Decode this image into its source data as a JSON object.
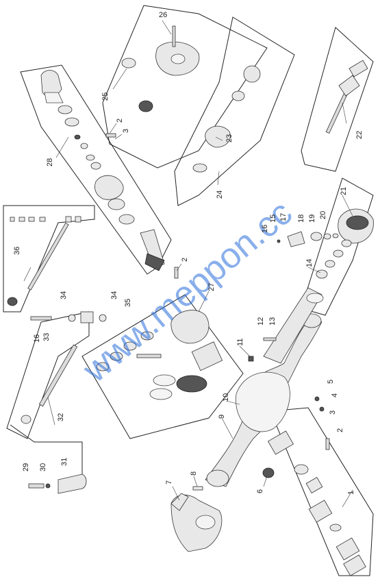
{
  "watermark": "www.meppon.cc",
  "callouts": [
    {
      "id": "c1",
      "text": "1"
    },
    {
      "id": "c2a",
      "text": "2"
    },
    {
      "id": "c2b",
      "text": "2"
    },
    {
      "id": "c2c",
      "text": "2"
    },
    {
      "id": "c3a",
      "text": "3"
    },
    {
      "id": "c3b",
      "text": "3"
    },
    {
      "id": "c4",
      "text": "4"
    },
    {
      "id": "c5",
      "text": "5"
    },
    {
      "id": "c6",
      "text": "6"
    },
    {
      "id": "c7",
      "text": "7"
    },
    {
      "id": "c8",
      "text": "8"
    },
    {
      "id": "c9",
      "text": "9"
    },
    {
      "id": "c10",
      "text": "10"
    },
    {
      "id": "c11",
      "text": "11"
    },
    {
      "id": "c12",
      "text": "12"
    },
    {
      "id": "c13",
      "text": "13"
    },
    {
      "id": "c14",
      "text": "14"
    },
    {
      "id": "c15",
      "text": "15"
    },
    {
      "id": "c16a",
      "text": "16"
    },
    {
      "id": "c16b",
      "text": "16"
    },
    {
      "id": "c17",
      "text": "17"
    },
    {
      "id": "c18",
      "text": "18"
    },
    {
      "id": "c19",
      "text": "19"
    },
    {
      "id": "c20",
      "text": "20"
    },
    {
      "id": "c21",
      "text": "21"
    },
    {
      "id": "c22",
      "text": "22"
    },
    {
      "id": "c23",
      "text": "23"
    },
    {
      "id": "c24",
      "text": "24"
    },
    {
      "id": "c25",
      "text": "25"
    },
    {
      "id": "c26",
      "text": "26"
    },
    {
      "id": "c27",
      "text": "27"
    },
    {
      "id": "c28",
      "text": "28"
    },
    {
      "id": "c29",
      "text": "29"
    },
    {
      "id": "c30",
      "text": "30"
    },
    {
      "id": "c31",
      "text": "31"
    },
    {
      "id": "c32",
      "text": "32"
    },
    {
      "id": "c33",
      "text": "33"
    },
    {
      "id": "c34a",
      "text": "34"
    },
    {
      "id": "c34b",
      "text": "34"
    },
    {
      "id": "c35",
      "text": "35"
    },
    {
      "id": "c36",
      "text": "36"
    }
  ]
}
